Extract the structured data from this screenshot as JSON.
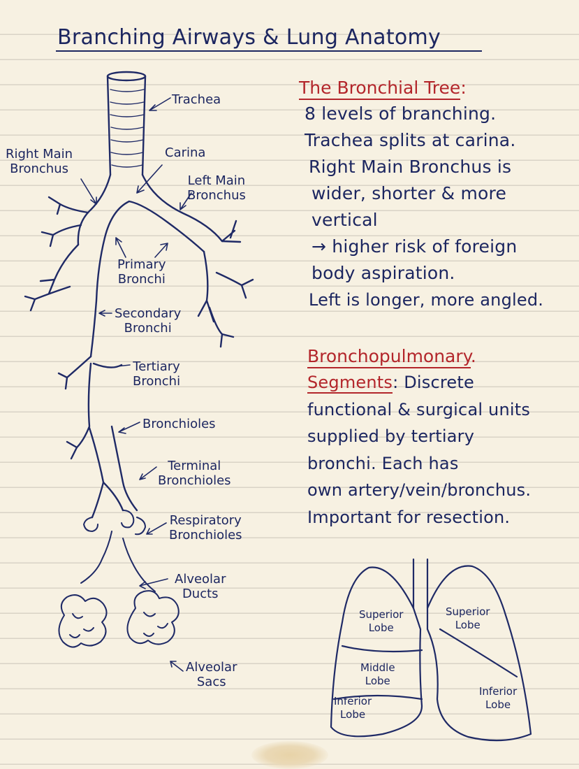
{
  "title": "Branching Airways & Lung Anatomy",
  "tree_labels": {
    "trachea": "Trachea",
    "right_main_bronchus": "Right Main\nBronchus",
    "carina": "Carina",
    "left_main_bronchus": "Left Main\nBronchus",
    "primary_bronchi": "Primary\nBronchi",
    "secondary_bronchi": "Secondary\nBronchi",
    "tertiary_bronchi": "Tertiary\nBronchi",
    "bronchioles": "Bronchioles",
    "terminal_bronchioles": "Terminal\nBronchioles",
    "respiratory_bronchioles": "Respiratory\nBronchioles",
    "alveolar_ducts": "Alveolar\nDucts",
    "alveolar_sacs": "Alveolar\nSacs"
  },
  "bronchial_tree": {
    "heading": "The Bronchial Tree",
    "heading_punct": ":",
    "lines": [
      "8 levels of branching.",
      "Trachea splits at carina.",
      "Right Main Bronchus is",
      "wider, shorter & more",
      "vertical",
      "→ higher risk of foreign",
      "body aspiration.",
      "Left is longer, more angled."
    ]
  },
  "segments": {
    "heading_line1": "Bronchopulmonary",
    "heading_line1_punct": ".",
    "heading_line2": "Segments",
    "heading_line2_rest": ": Discrete",
    "lines": [
      "functional & surgical units",
      "supplied by tertiary",
      "bronchi. Each has",
      "own artery/vein/bronchus.",
      "Important for resection."
    ]
  },
  "lung_lobes": {
    "right_superior": "Superior\nLobe",
    "right_middle": "Middle\nLobe",
    "right_inferior": "Inferior\nLobe",
    "left_superior": "Superior\nLobe",
    "left_inferior": "Inferior\nLobe"
  },
  "colors": {
    "ink_blue": "#1c2660",
    "heading_red": "#b3262b",
    "paper": "#f7f1e2",
    "rule_lines": "#d9d3c6"
  }
}
